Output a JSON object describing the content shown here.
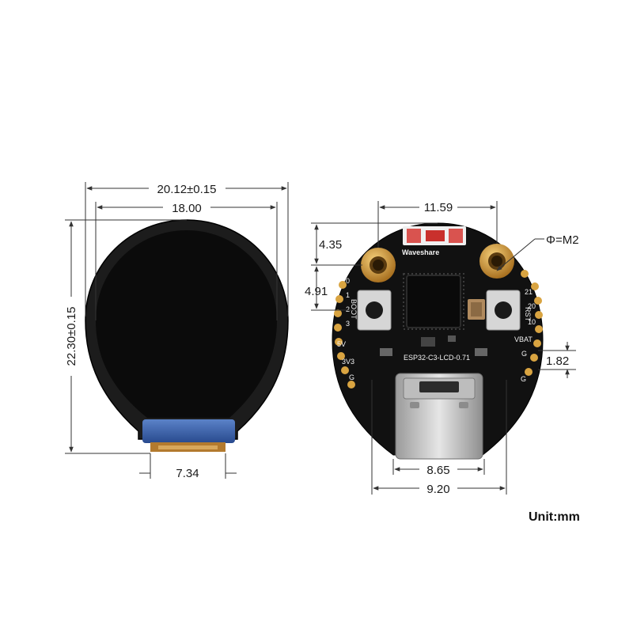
{
  "dimensions": {
    "display_outer_width": "20.12±0.15",
    "display_active_width": "18.00",
    "display_height": "22.30±0.15",
    "fpc_width": "7.34",
    "hole_spacing": "11.59",
    "hole_offset": "4.35",
    "button_offset": "4.91",
    "hole_diameter": "Φ=M2",
    "pin_offset": "1.82",
    "usb_inner": "8.65",
    "usb_outer": "9.20"
  },
  "board": {
    "brand": "Waveshare",
    "model": "ESP32-C3-LCD-0.71",
    "left_pins": [
      "0",
      "1",
      "2",
      "3",
      "5V",
      "3V3",
      "G"
    ],
    "right_pins": [
      "21",
      "20",
      "10",
      "VBAT",
      "G",
      "G"
    ],
    "button_labels": [
      "BOOT",
      "RST"
    ]
  },
  "unit_label": "Unit:mm",
  "colors": {
    "pcb": "#111111",
    "gold": "#d9a441",
    "screen": "#0b0b0b",
    "fpc": "#3a5fa8"
  }
}
